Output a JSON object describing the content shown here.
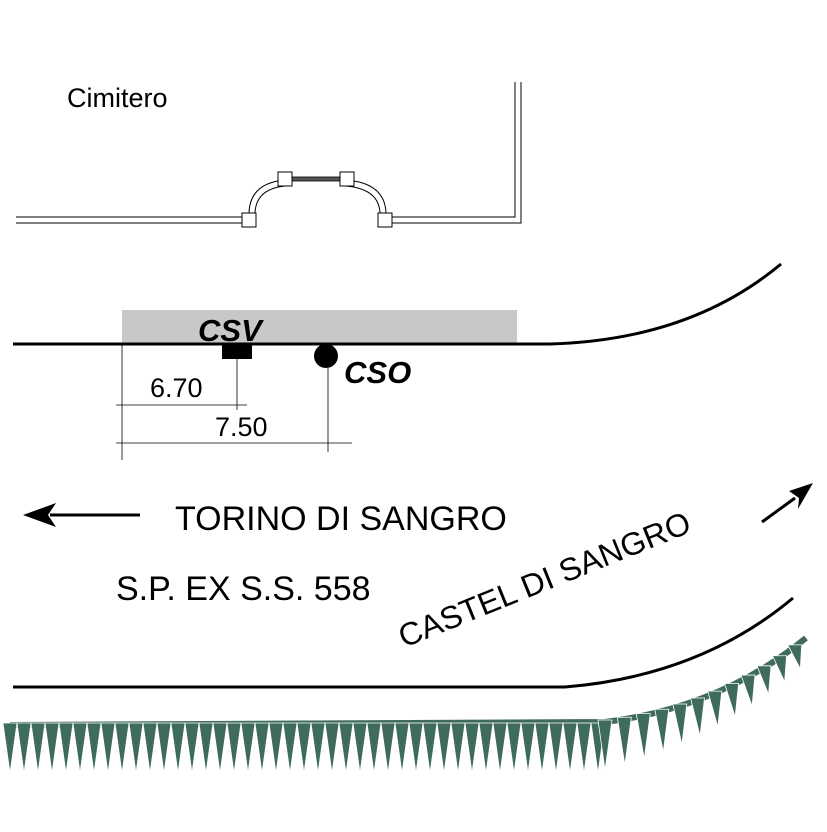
{
  "labels": {
    "cemetery": "Cimitero",
    "csv": "CSV",
    "cso": "CSO",
    "dim_csv": "6.70",
    "dim_cso": "7.50",
    "direction_west": "TORINO DI SANGRO",
    "road_name": "S.P. EX S.S. 558",
    "direction_east": "CASTEL DI SANGRO"
  },
  "colors": {
    "line": "#000000",
    "sidewalk": "#c8c8c8",
    "hedge": "#3f6b5a",
    "gate_bar": "#555555"
  },
  "icons": {
    "arrow_west": "arrow-left-icon",
    "arrow_east": "arrow-up-right-icon",
    "csv_marker": "rectangle-marker-icon",
    "cso_marker": "circle-marker-icon"
  }
}
